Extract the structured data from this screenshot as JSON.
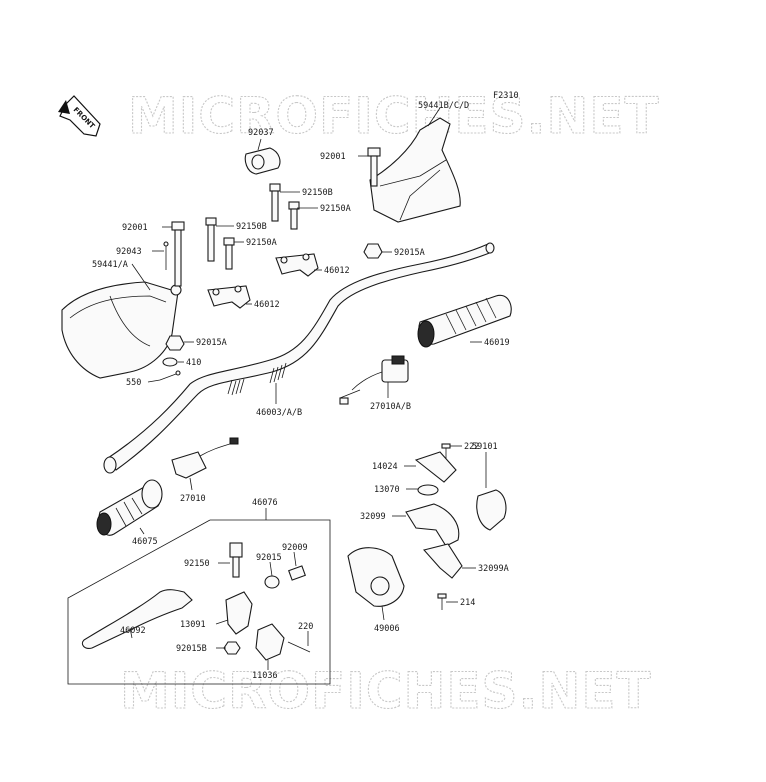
{
  "figure_code": "F2310",
  "watermark": "MICROFICHES.NET",
  "front_label": "FRONT",
  "labels": {
    "p59441bcd": "59441B/C/D",
    "p92037": "92037",
    "p92001_top": "92001",
    "p92150b_top": "92150B",
    "p92150a_top": "92150A",
    "p92015a_top": "92015A",
    "p92001_left": "92001",
    "p92150b_mid": "92150B",
    "p92043": "92043",
    "p92150a_mid": "92150A",
    "p59441a": "59441/A",
    "p46012_a": "46012",
    "p46012_b": "46012",
    "p92015a_left": "92015A",
    "p410": "410",
    "p550": "550",
    "p46019": "46019",
    "p46003": "46003/A/B",
    "p27010ab": "27010A/B",
    "p222": "222",
    "p14024": "14024",
    "p59101": "59101",
    "p13070": "13070",
    "p32099": "32099",
    "p27010": "27010",
    "p46076": "46076",
    "p46075": "46075",
    "p92009": "92009",
    "p92015": "92015",
    "p92150": "92150",
    "p32099a": "32099A",
    "p214": "214",
    "p220": "220",
    "p13091": "13091",
    "p49006": "49006",
    "p46092": "46092",
    "p92015b": "92015B",
    "p11036": "11036"
  }
}
